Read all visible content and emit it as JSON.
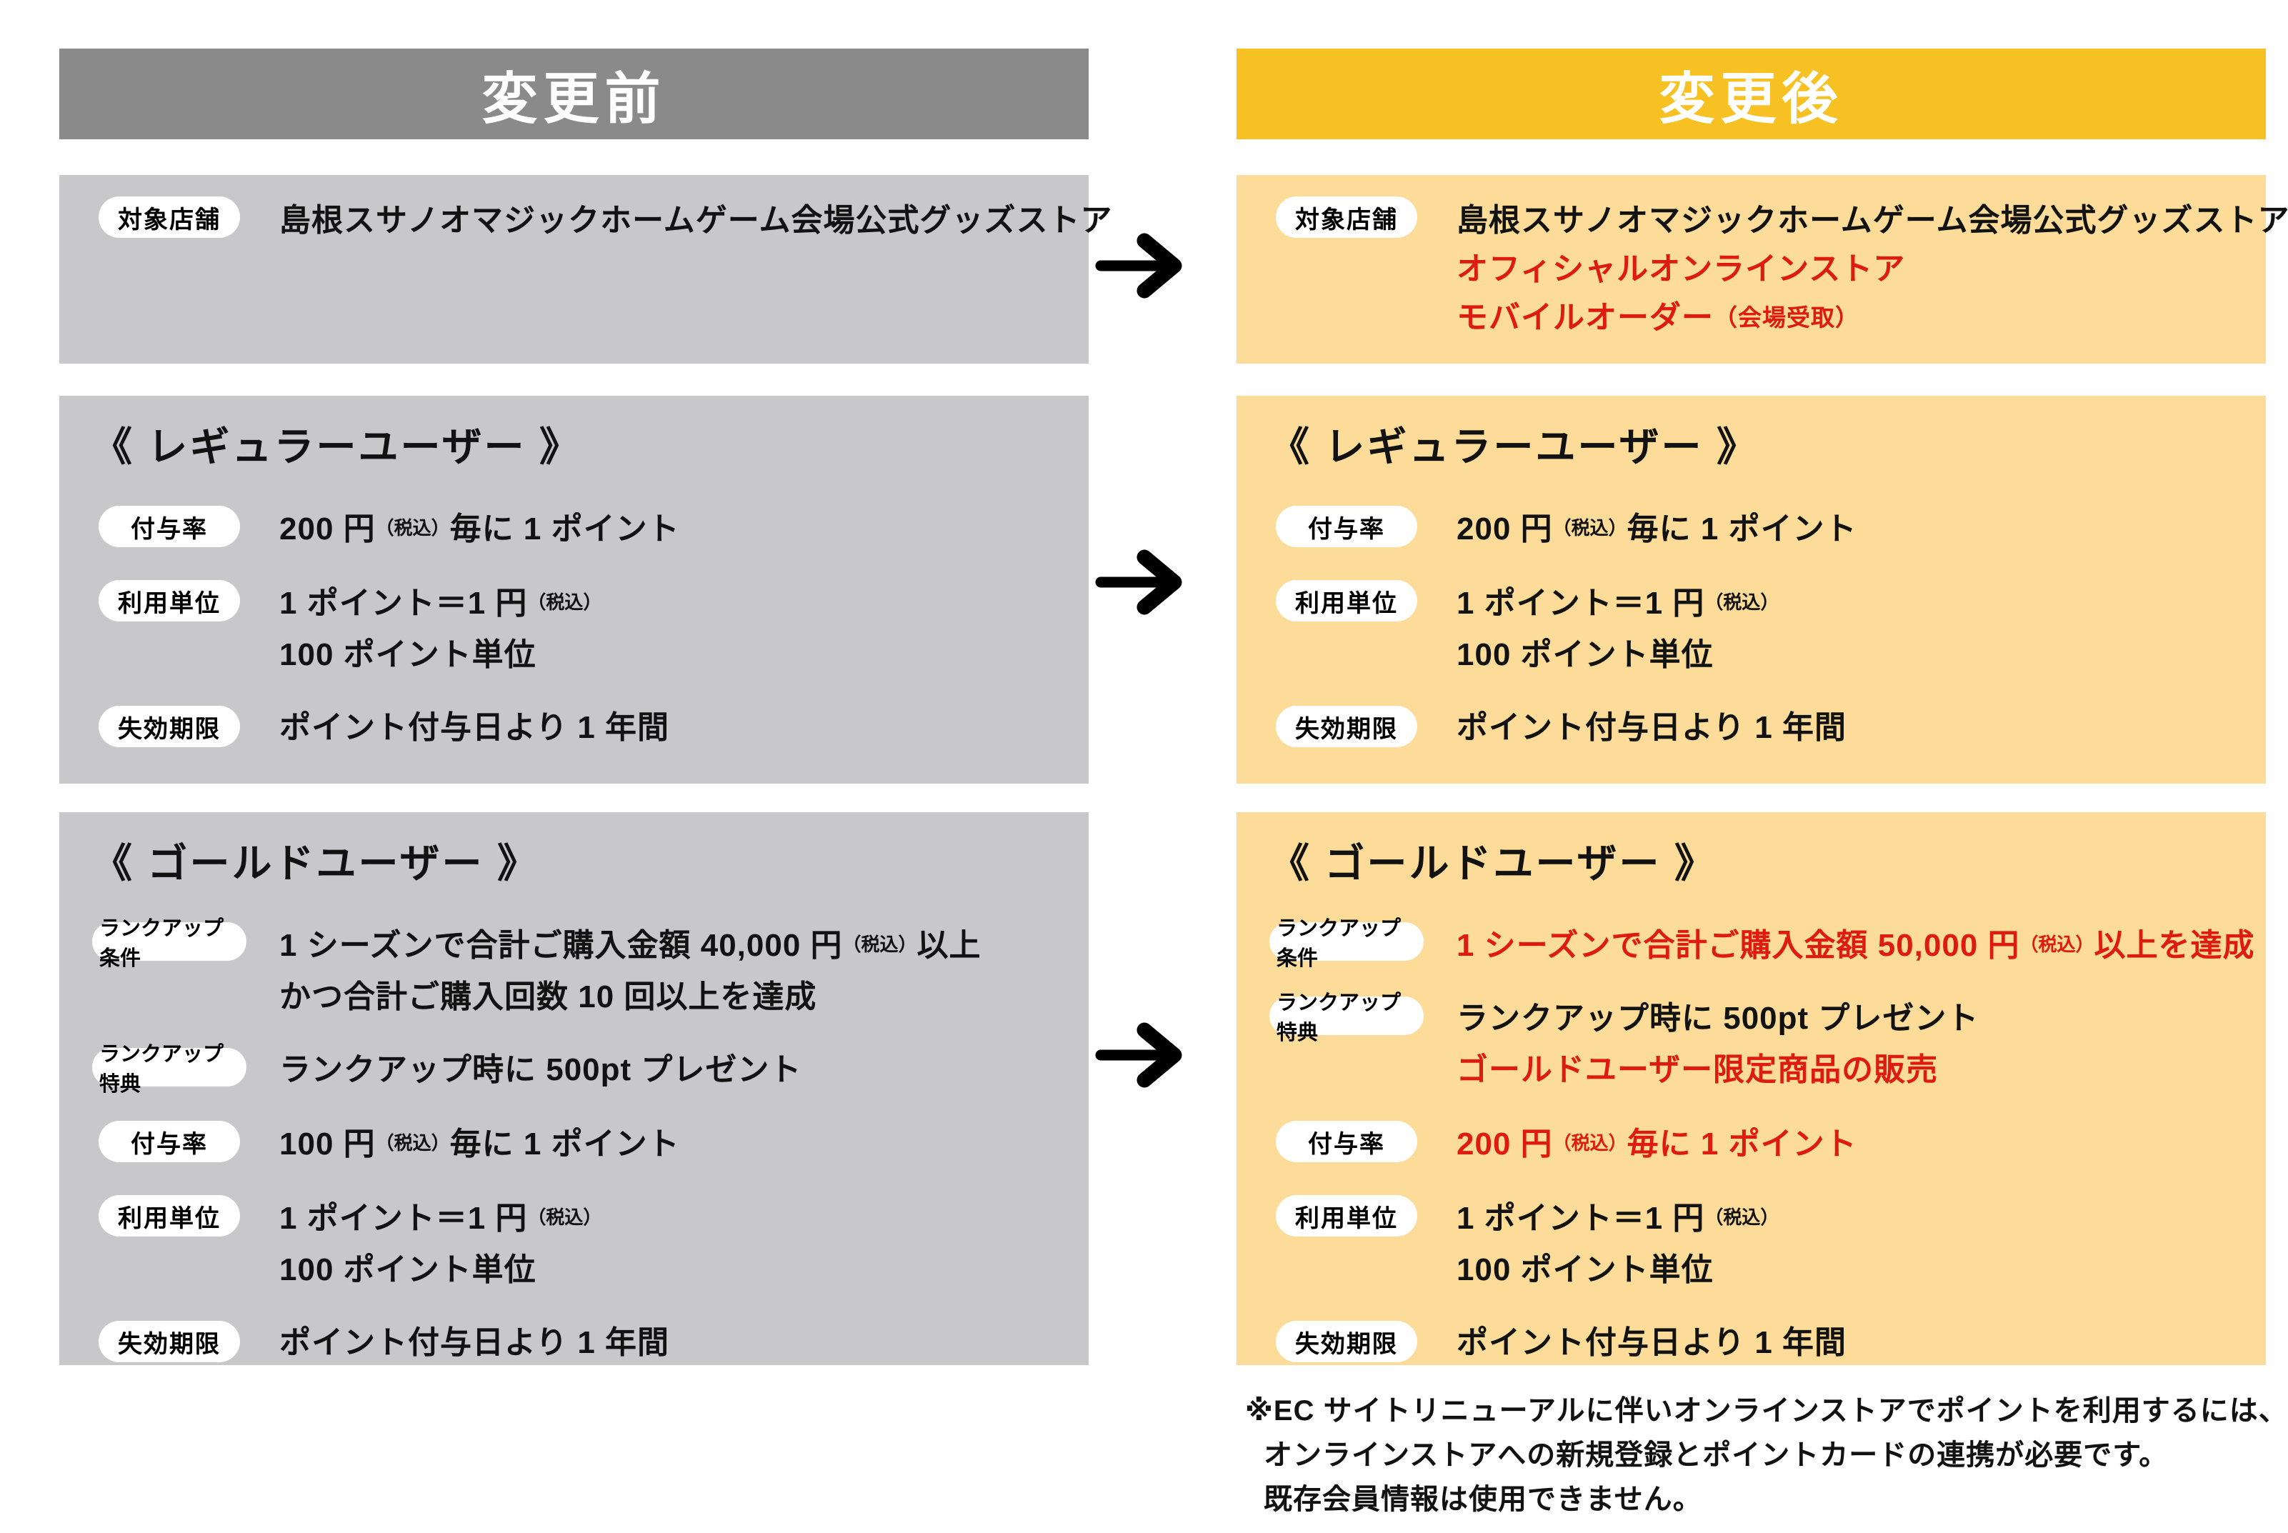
{
  "colors": {
    "gray_header": "#8a8a8a",
    "gray_panel": "#c8c8ca",
    "gold_header": "#f7c124",
    "gold_panel": "#fcdc98",
    "red_text": "#dd1b10",
    "black_text": "#121212",
    "badge_bg": "#ffffff"
  },
  "before": {
    "header_label": "変更前",
    "store": {
      "badge": "対象店舗",
      "lines": [
        [
          {
            "t": "島根スサノオマジックホームゲーム会場公式グッズストア"
          }
        ]
      ]
    },
    "regular": {
      "title": "《 レギュラーユーザー 》",
      "rows": [
        {
          "badge": "付与率",
          "lines": [
            [
              {
                "t": "200 円"
              },
              {
                "t": "（税込）",
                "size": "sm"
              },
              {
                "t": "毎に 1 ポイント"
              }
            ]
          ]
        },
        {
          "badge": "利用単位",
          "lines": [
            [
              {
                "t": "1 ポイント＝1 円"
              },
              {
                "t": "（税込）",
                "size": "sm"
              }
            ],
            [
              {
                "t": "100 ポイント単位"
              }
            ]
          ]
        },
        {
          "badge": "失効期限",
          "lines": [
            [
              {
                "t": "ポイント付与日より 1 年間"
              }
            ]
          ]
        }
      ]
    },
    "gold": {
      "title": "《 ゴールドユーザー 》",
      "rows": [
        {
          "badge": "ランクアップ条件",
          "wide": true,
          "lines": [
            [
              {
                "t": "1 シーズンで合計ご購入金額 40,000 円"
              },
              {
                "t": "（税込）",
                "size": "sm"
              },
              {
                "t": "以上"
              }
            ],
            [
              {
                "t": "かつ合計ご購入回数 10 回以上を達成"
              }
            ]
          ]
        },
        {
          "badge": "ランクアップ特典",
          "wide": true,
          "lines": [
            [
              {
                "t": "ランクアップ時に 500pt プレゼント"
              }
            ]
          ]
        },
        {
          "badge": "付与率",
          "gap": 14,
          "lines": [
            [
              {
                "t": "100 円"
              },
              {
                "t": "（税込）",
                "size": "sm"
              },
              {
                "t": "毎に 1 ポイント"
              }
            ]
          ]
        },
        {
          "badge": "利用単位",
          "lines": [
            [
              {
                "t": "1 ポイント＝1 円"
              },
              {
                "t": "（税込）",
                "size": "sm"
              }
            ],
            [
              {
                "t": "100 ポイント単位"
              }
            ]
          ]
        },
        {
          "badge": "失効期限",
          "lines": [
            [
              {
                "t": "ポイント付与日より 1 年間"
              }
            ]
          ]
        }
      ]
    }
  },
  "after": {
    "header_label": "変更後",
    "store": {
      "badge": "対象店舗",
      "lines": [
        [
          {
            "t": "島根スサノオマジックホームゲーム会場公式グッズストア"
          }
        ],
        [
          {
            "t": "オフィシャルオンラインストア",
            "red": true
          }
        ],
        [
          {
            "t": "モバイルオーダー",
            "red": true
          },
          {
            "t": "（会場受取）",
            "red": true,
            "size": "md"
          }
        ]
      ]
    },
    "regular": {
      "title": "《 レギュラーユーザー 》",
      "rows": [
        {
          "badge": "付与率",
          "lines": [
            [
              {
                "t": "200 円"
              },
              {
                "t": "（税込）",
                "size": "sm"
              },
              {
                "t": "毎に 1 ポイント"
              }
            ]
          ]
        },
        {
          "badge": "利用単位",
          "lines": [
            [
              {
                "t": "1 ポイント＝1 円"
              },
              {
                "t": "（税込）",
                "size": "sm"
              }
            ],
            [
              {
                "t": "100 ポイント単位"
              }
            ]
          ]
        },
        {
          "badge": "失効期限",
          "lines": [
            [
              {
                "t": "ポイント付与日より 1 年間"
              }
            ]
          ]
        }
      ]
    },
    "gold": {
      "title": "《 ゴールドユーザー 》",
      "rows": [
        {
          "badge": "ランクアップ条件",
          "wide": true,
          "lines": [
            [
              {
                "t": "1 シーズンで合計ご購入金額 50,000 円",
                "red": true
              },
              {
                "t": "（税込）",
                "size": "sm",
                "red": true
              },
              {
                "t": "以上を達成",
                "red": true
              }
            ]
          ]
        },
        {
          "badge": "ランクアップ特典",
          "wide": true,
          "gap": 40,
          "lines": [
            [
              {
                "t": "ランクアップ時に 500pt プレゼント"
              }
            ],
            [
              {
                "t": "ゴールドユーザー限定商品の販売",
                "red": true
              }
            ]
          ]
        },
        {
          "badge": "付与率",
          "gap": 14,
          "lines": [
            [
              {
                "t": "200 円",
                "red": true
              },
              {
                "t": "（税込）",
                "size": "sm",
                "red": true
              },
              {
                "t": "毎に 1 ポイント",
                "red": true
              }
            ]
          ]
        },
        {
          "badge": "利用単位",
          "lines": [
            [
              {
                "t": "1 ポイント＝1 円"
              },
              {
                "t": "（税込）",
                "size": "sm"
              }
            ],
            [
              {
                "t": "100 ポイント単位"
              }
            ]
          ]
        },
        {
          "badge": "失効期限",
          "lines": [
            [
              {
                "t": "ポイント付与日より 1 年間"
              }
            ]
          ]
        }
      ]
    },
    "note_lines": [
      "※EC サイトリニューアルに伴いオンラインストアでポイントを利用するには、",
      "オンラインストアへの新規登録とポイントカードの連携が必要です。",
      "既存会員情報は使用できません。"
    ]
  }
}
